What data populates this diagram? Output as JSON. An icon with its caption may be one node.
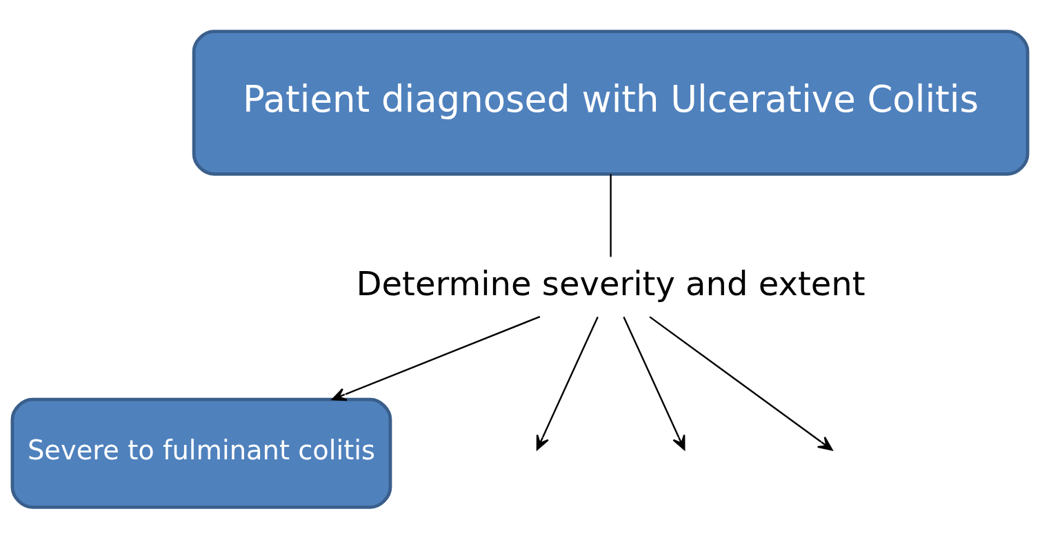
{
  "diagram": {
    "nodes": [
      {
        "text": [
          "Patient diagnosed with Ulcerative Colitis"
        ]
      },
      {
        "text": [
          "Determine severity and extent"
        ]
      },
      {
        "text": [
          "Severe to fulminant colitis"
        ]
      }
    ],
    "edges": [
      {
        "from": 0,
        "to": 1,
        "arrow": "none"
      },
      {
        "from": 1,
        "to": null,
        "arrow": "to"
      },
      {
        "from": 1,
        "to": null,
        "arrow": "to"
      },
      {
        "from": 1,
        "to": null,
        "arrow": "to"
      },
      {
        "from": 1,
        "to": 2,
        "arrow": "to"
      }
    ]
  }
}
